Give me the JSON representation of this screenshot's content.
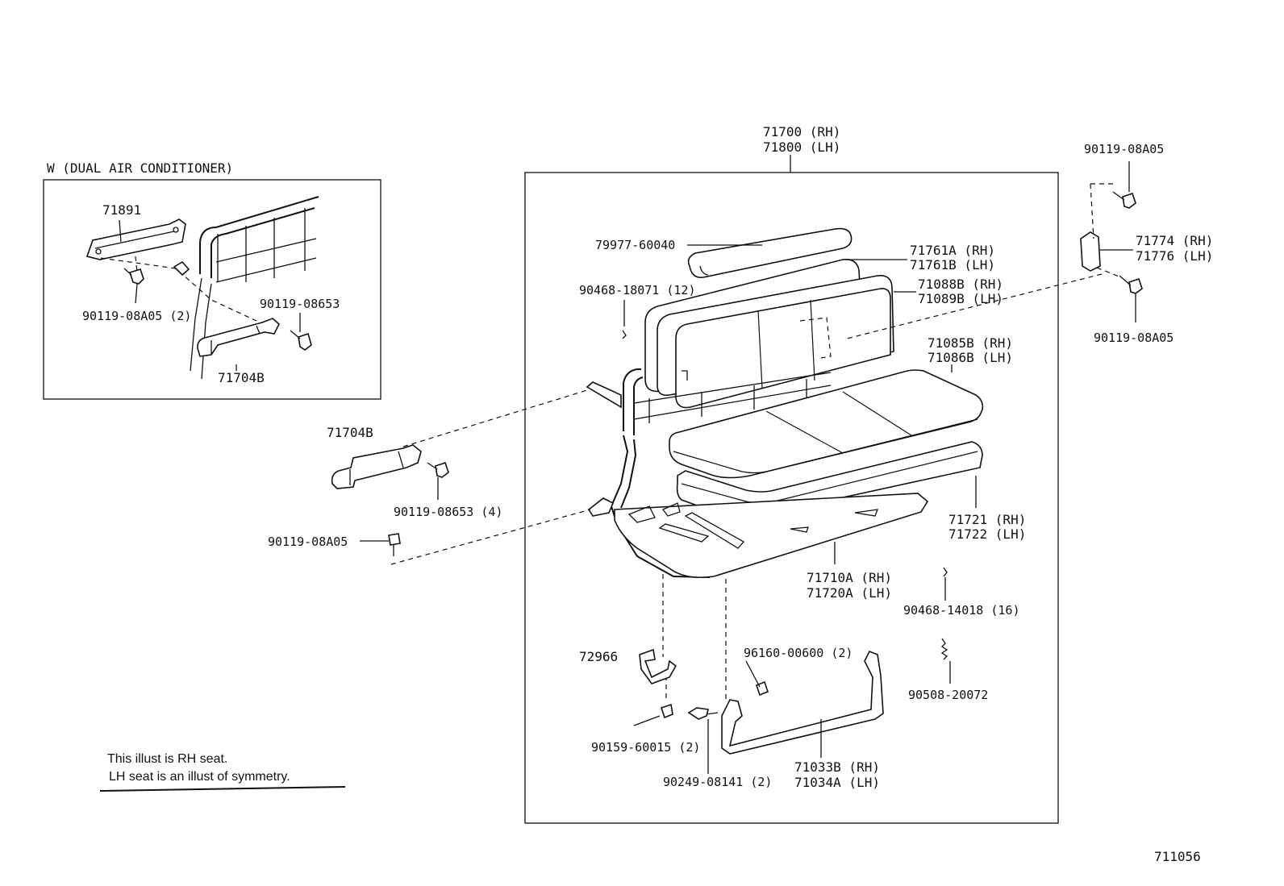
{
  "inset": {
    "title": "W (DUAL AIR CONDITIONER)",
    "labels": {
      "p71891": "71891",
      "p9011908A05_2": "90119-08A05 (2)",
      "p9011908653": "90119-08653",
      "p71704B": "71704B"
    }
  },
  "main": {
    "frame_label_rh": "71700 (RH)",
    "frame_label_lh": "71800 (LH)",
    "labels": {
      "p7997760040": "79977-60040",
      "p71761A": "71761A (RH)",
      "p71761B": "71761B (LH)",
      "p9046818071": "90468-18071 (12)",
      "p71088B": "71088B (RH)",
      "p71089B": "71089B (LH)",
      "p71085B": "71085B (RH)",
      "p71086B": "71086B (LH)",
      "p71721": "71721 (RH)",
      "p71722": "71722 (LH)",
      "p71710A": "71710A (RH)",
      "p71720A": "71720A (LH)",
      "p9046814018": "90468-14018 (16)",
      "p72966": "72966",
      "p9616000600": "96160-00600 (2)",
      "p9050820072": "90508-20072",
      "p9015960015": "90159-60015 (2)",
      "p9024908141": "90249-08141 (2)",
      "p71033B": "71033B (RH)",
      "p71034A": "71034A (LH)"
    }
  },
  "outside": {
    "p71704B": "71704B",
    "p9011908653_4": "90119-08653 (4)",
    "p9011908A05_left": "90119-08A05",
    "p9011908A05_top": "90119-08A05",
    "p71774": "71774 (RH)",
    "p71776": "71776 (LH)",
    "p9011908A05_right": "90119-08A05"
  },
  "note": {
    "line1": "This illust is RH seat.",
    "line2": "LH seat is an illust of symmetry."
  },
  "catalog_number": "711056"
}
